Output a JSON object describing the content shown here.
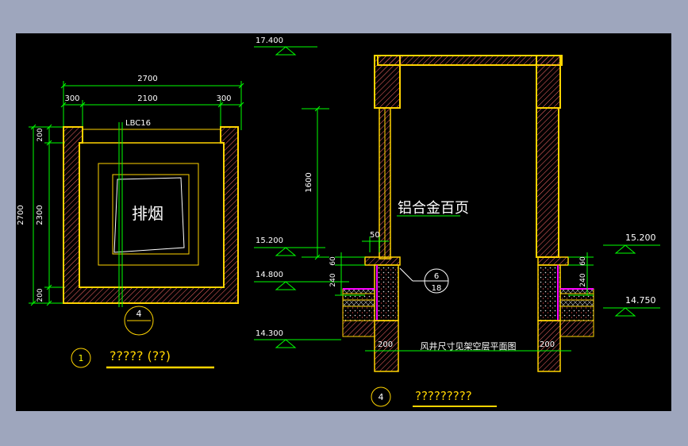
{
  "drawing": {
    "colors": {
      "background": "#000000",
      "frame_bg": "#9ea6bd",
      "wall": "#ffd400",
      "dim": "#00ff00",
      "text_white": "#ffffff",
      "text_yellow": "#ffff00",
      "hatch": "#ff4fff",
      "cyan": "#00ffff",
      "red": "#ff2b2b",
      "blue": "#3a5bff",
      "magenta": "#ff00ff"
    },
    "plan": {
      "dim_top_total": "2700",
      "dim_top_left": "300",
      "dim_top_mid": "2100",
      "dim_top_right": "300",
      "dim_left_total": "2700",
      "dim_left_top": "200",
      "dim_left_mid": "2300",
      "dim_left_bottom": "200",
      "label_lbc": "LBC16",
      "label_smoke": "排烟",
      "section_marker": "4",
      "title_number": "1",
      "title_text": "?????  (??)"
    },
    "section": {
      "elev_top": "17.400",
      "elev_1520_left": "15.200",
      "elev_1480": "14.800",
      "elev_1430": "14.300",
      "elev_1520_right": "15.200",
      "elev_14750": "14.750",
      "dim_1600": "1600",
      "dim_50": "50",
      "dim_60_left": "60",
      "dim_240_left": "240",
      "dim_60_right": "60",
      "dim_240_right": "240",
      "dim_200_left": "200",
      "dim_200_right": "200",
      "louver_label": "铝合金百页",
      "detail_top": "6",
      "detail_bottom": "18",
      "note_shaft": "风井尺寸见架空层平面图",
      "title_number": "4",
      "title_text": "?????????"
    }
  }
}
